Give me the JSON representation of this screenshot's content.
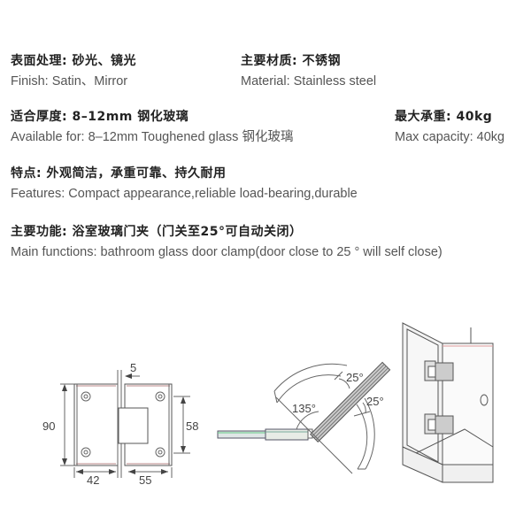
{
  "specs": {
    "finish": {
      "zh": "表面处理: 砂光、镜光",
      "en": "Finish: Satin、Mirror"
    },
    "material": {
      "zh": "主要材质: 不锈钢",
      "en": "Material: Stainless steel"
    },
    "thickness": {
      "zh": "适合厚度: 8–12mm 钢化玻璃",
      "en": "Available for: 8–12mm Toughened glass 钢化玻璃"
    },
    "capacity": {
      "zh": "最大承重: 40kg",
      "en": "Max capacity: 40kg"
    },
    "features": {
      "zh": "特点: 外观简洁，承重可靠、持久耐用",
      "en": "Features: Compact appearance,reliable load-bearing,durable"
    },
    "functions": {
      "zh": "主要功能: 浴室玻璃门夹（门关至25°可自动关闭）",
      "en": "Main functions: bathroom glass door clamp(door close to 25 ° will self close)"
    }
  },
  "diagrams": {
    "dimensions": {
      "height": "90",
      "gap": "5",
      "inner_height": "58",
      "left_width": "42",
      "right_width": "55"
    },
    "angles": {
      "open_angle": "135°",
      "self_close_top": "25°",
      "self_close_right": "25°"
    }
  }
}
